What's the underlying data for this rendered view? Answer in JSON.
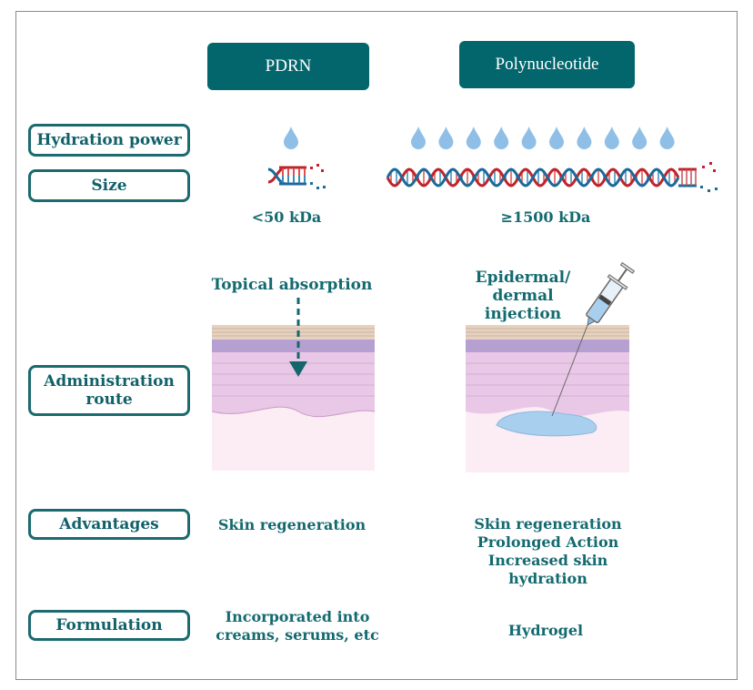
{
  "columns": {
    "pdrn": "PDRN",
    "polynucleotide": "Polynucleotide"
  },
  "rows": {
    "hydration": "Hydration power",
    "size": "Size",
    "administration": "Administration route",
    "advantages": "Advantages",
    "formulation": "Formulation"
  },
  "hydration_power": {
    "pdrn_drops": 1,
    "polynucleotide_drops": 10
  },
  "size": {
    "pdrn": "<50 kDa",
    "polynucleotide": "≥1500 kDa"
  },
  "administration": {
    "pdrn": "Topical absorption",
    "polynucleotide_lines": [
      "Epidermal/",
      "dermal",
      "injection"
    ]
  },
  "advantages": {
    "pdrn": [
      "Skin regeneration"
    ],
    "polynucleotide": [
      "Skin regeneration",
      "Prolonged Action",
      "Increased skin hydration"
    ]
  },
  "formulation": {
    "pdrn_lines": [
      "Incorporated into",
      "creams, serums, etc"
    ],
    "polynucleotide": "Hydrogel"
  },
  "colors": {
    "teal": "#04666d",
    "label_text": "#136a70",
    "drop": "#8fbfe6",
    "dna_red": "#c0242b",
    "dna_blue": "#1c6a9a"
  }
}
